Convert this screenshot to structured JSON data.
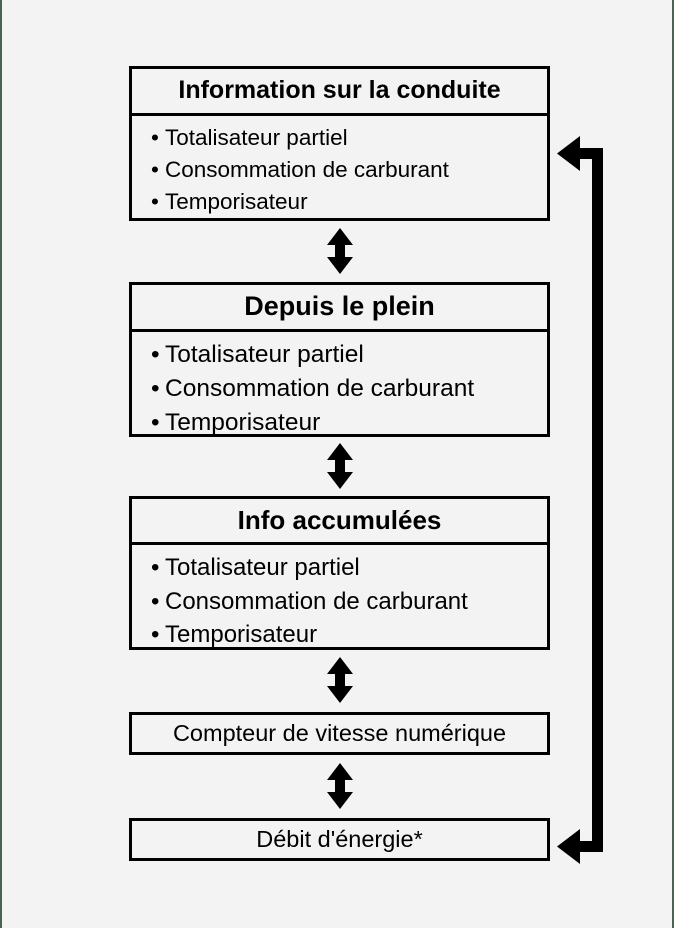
{
  "diagram": {
    "title": "Information sur la conduite",
    "type": "flow-sequence",
    "background_color": "#f2f3f2",
    "line_color": "#000000",
    "nodes": [
      {
        "id": "driving-info",
        "header": "Information sur la conduite",
        "items": [
          "Totalisateur partiel",
          "Consommation de carburant",
          "Temporisateur"
        ]
      },
      {
        "id": "since-fill",
        "header": "Depuis le plein",
        "items": [
          "Totalisateur partiel",
          "Consommation de carburant",
          "Temporisateur"
        ]
      },
      {
        "id": "accumulated-info",
        "header": "Info accumulées",
        "items": [
          "Totalisateur partiel",
          "Consommation de carburant",
          "Temporisateur"
        ]
      },
      {
        "id": "digital-speedometer",
        "label": "Compteur de vitesse numérique"
      },
      {
        "id": "energy-flow",
        "label": "Débit d'énergie*"
      }
    ],
    "connectors": [
      {
        "id": "conn-1",
        "from": "driving-info",
        "to": "since-fill",
        "style": "double-arrow-vertical"
      },
      {
        "id": "conn-2",
        "from": "since-fill",
        "to": "accumulated-info",
        "style": "double-arrow-vertical"
      },
      {
        "id": "conn-3",
        "from": "accumulated-info",
        "to": "digital-speedometer",
        "style": "double-arrow-vertical"
      },
      {
        "id": "conn-4",
        "from": "digital-speedometer",
        "to": "energy-flow",
        "style": "double-arrow-vertical"
      },
      {
        "id": "loop",
        "from": "energy-flow",
        "to": "driving-info",
        "style": "double-arrow-wrap-right"
      }
    ]
  }
}
